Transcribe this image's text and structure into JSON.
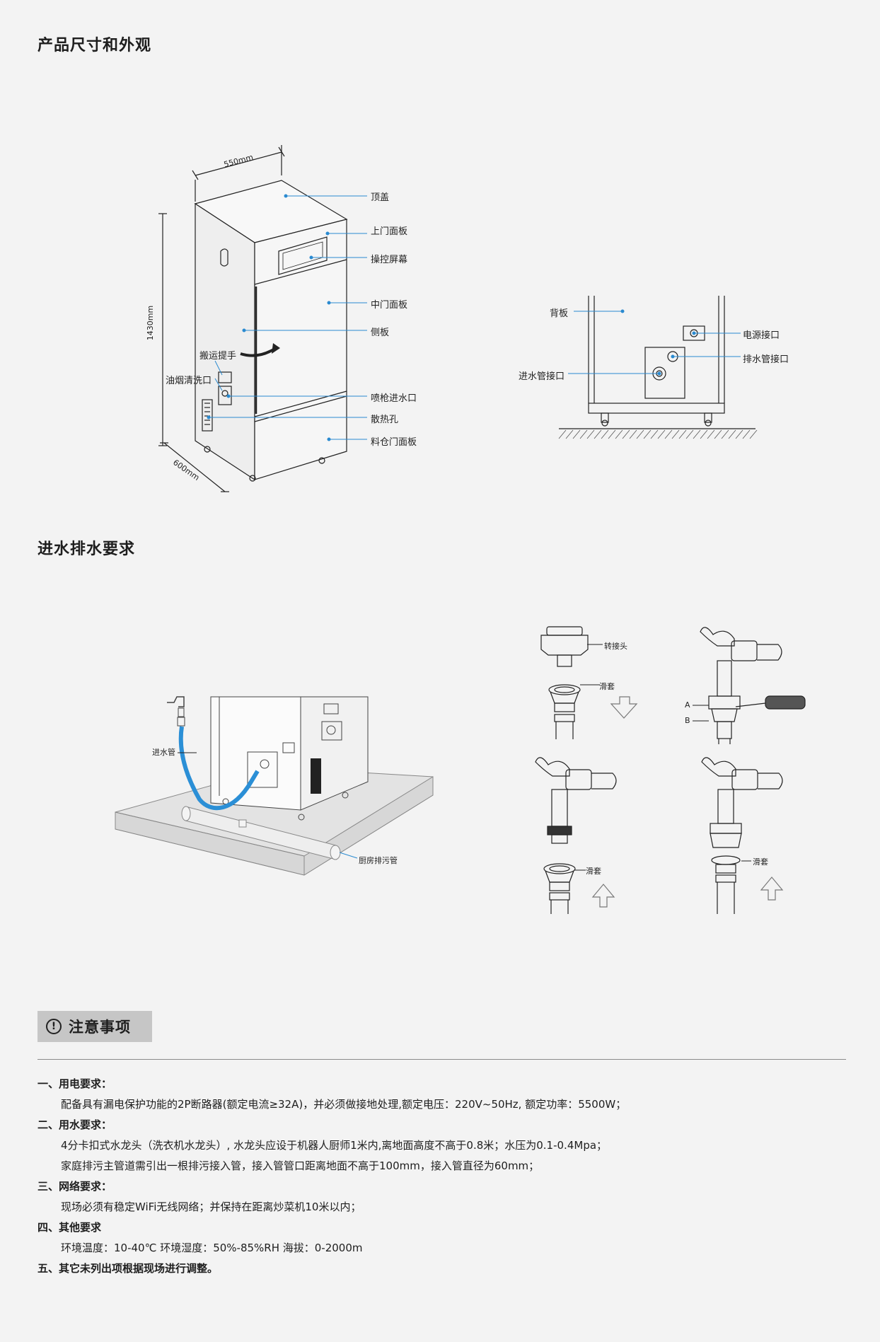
{
  "section1": {
    "title": "产品尺寸和外观",
    "dims": {
      "width": "550mm",
      "height": "1430mm",
      "depth": "600mm"
    },
    "front_labels": [
      "顶盖",
      "上门面板",
      "操控屏幕",
      "中门面板",
      "侧板",
      "喷枪进水口",
      "散热孔",
      "料仓门面板"
    ],
    "left_labels": [
      "搬运提手",
      "油烟清洗口"
    ],
    "back_labels": {
      "back_panel": "背板",
      "power": "电源接口",
      "drain": "排水管接口",
      "inlet": "进水管接口"
    }
  },
  "section2": {
    "title": "进水排水要求",
    "inlet_pipe": "进水管",
    "sewer_pipe": "厨房排污管",
    "step_labels": {
      "adapter": "转接头",
      "sleeve1": "滑套",
      "sleeve2": "滑套",
      "sleeve3": "滑套",
      "a": "A",
      "b": "B"
    }
  },
  "notice": {
    "icon": "!",
    "title": "注意事项",
    "items": [
      {
        "heading": "一、用电要求：",
        "lines": [
          "配备具有漏电保护功能的2P断路器(额定电流≥32A)，并必须做接地处理,额定电压：220V~50Hz, 额定功率：5500W；"
        ]
      },
      {
        "heading": "二、用水要求：",
        "lines": [
          "4分卡扣式水龙头（洗衣机水龙头）, 水龙头应设于机器人厨师1米内,离地面高度不高于0.8米；水压为0.1-0.4Mpa；",
          "家庭排污主管道需引出一根排污接入管，接入管管口距离地面不高于100mm，接入管直径为60mm；"
        ]
      },
      {
        "heading": "三、网络要求：",
        "lines": [
          "现场必须有稳定WiFi无线网络；并保持在距离炒菜机10米以内；"
        ]
      },
      {
        "heading": "四、其他要求",
        "lines": [
          "环境温度：10-40℃ 环境湿度：50%-85%RH 海拔：0-2000m"
        ]
      },
      {
        "heading": "五、其它未列出项根据现场进行调整。",
        "lines": []
      }
    ]
  },
  "colors": {
    "background": "#f3f3f3",
    "leader": "#2a8ad0",
    "pipe": "#2b8fd6",
    "badge": "#c6c6c6"
  }
}
